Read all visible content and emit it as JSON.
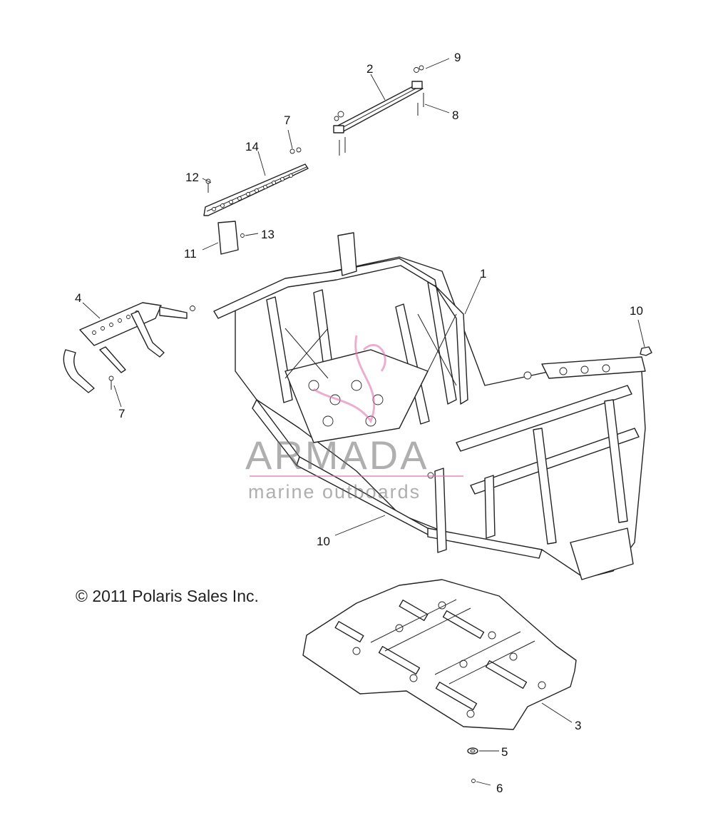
{
  "diagram": {
    "copyright": "© 2011 Polaris Sales Inc.",
    "watermark": {
      "name": "ARMADA",
      "tagline": "marine outboards",
      "accent_color": "#e07ab0"
    },
    "callouts": {
      "c1": "1",
      "c2": "2",
      "c3": "3",
      "c4": "4",
      "c5": "5",
      "c6": "6",
      "c7a": "7",
      "c7b": "7",
      "c8": "8",
      "c9": "9",
      "c10a": "10",
      "c10b": "10",
      "c11": "11",
      "c12": "12",
      "c13": "13",
      "c14": "14"
    }
  }
}
